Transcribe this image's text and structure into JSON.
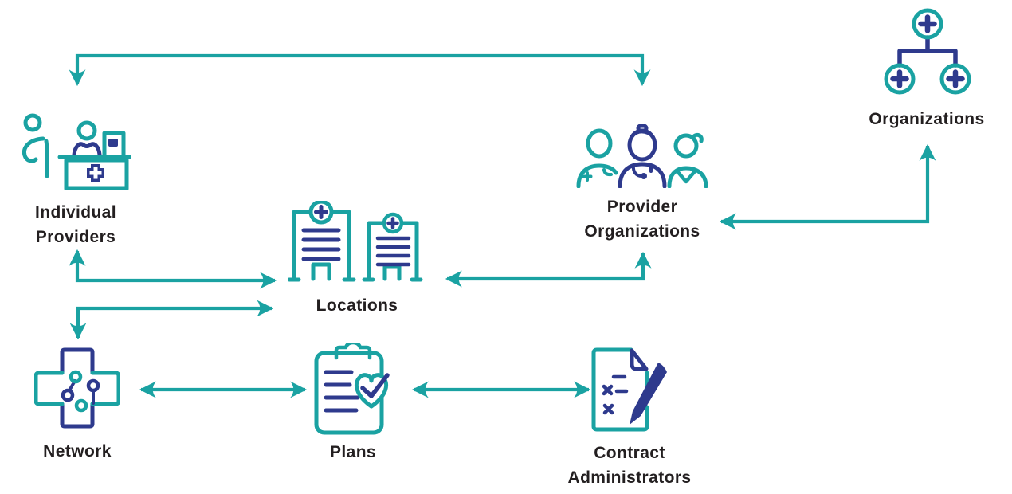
{
  "page": {
    "background": "#FFFFFF"
  },
  "diagram": {
    "type": "entity-relationship-flow",
    "colors": {
      "arrow_teal": "#1AA2A2",
      "icon_teal": "#1AA2A2",
      "icon_indigo": "#2E3A8D",
      "label_text": "#231F20"
    },
    "nodes": [
      {
        "id": "individual-providers",
        "label": "Individual Providers",
        "label_lines": [
          "Individual",
          "Providers"
        ],
        "icon": "reception-desk-icon"
      },
      {
        "id": "locations",
        "label": "Locations",
        "label_lines": [
          "Locations"
        ],
        "icon": "medical-buildings-icon"
      },
      {
        "id": "provider-organizations",
        "label": "Provider Organizations",
        "label_lines": [
          "Provider",
          "Organizations"
        ],
        "icon": "care-team-icon"
      },
      {
        "id": "organizations",
        "label": "Organizations",
        "label_lines": [
          "Organizations"
        ],
        "icon": "org-hierarchy-icon"
      },
      {
        "id": "network",
        "label": "Network",
        "label_lines": [
          "Network"
        ],
        "icon": "network-cross-icon"
      },
      {
        "id": "plans",
        "label": "Plans",
        "label_lines": [
          "Plans"
        ],
        "icon": "clipboard-heart-icon"
      },
      {
        "id": "contract-administrators",
        "label": "Contract Administrators",
        "label_lines": [
          "Contract",
          "Administrators"
        ],
        "icon": "contract-signing-icon"
      }
    ],
    "edges": [
      {
        "from": "individual-providers",
        "to": "provider-organizations",
        "arrowheads": "both",
        "route": "top-elbow"
      },
      {
        "from": "individual-providers",
        "to": "locations",
        "arrowheads": "both",
        "route": "elbow"
      },
      {
        "from": "network",
        "to": "locations",
        "arrowheads": "both",
        "route": "elbow"
      },
      {
        "from": "locations",
        "to": "provider-organizations",
        "arrowheads": "both",
        "route": "elbow"
      },
      {
        "from": "provider-organizations",
        "to": "organizations",
        "arrowheads": "both",
        "route": "elbow"
      },
      {
        "from": "network",
        "to": "plans",
        "arrowheads": "both",
        "route": "straight"
      },
      {
        "from": "plans",
        "to": "contract-administrators",
        "arrowheads": "both",
        "route": "straight"
      }
    ]
  }
}
